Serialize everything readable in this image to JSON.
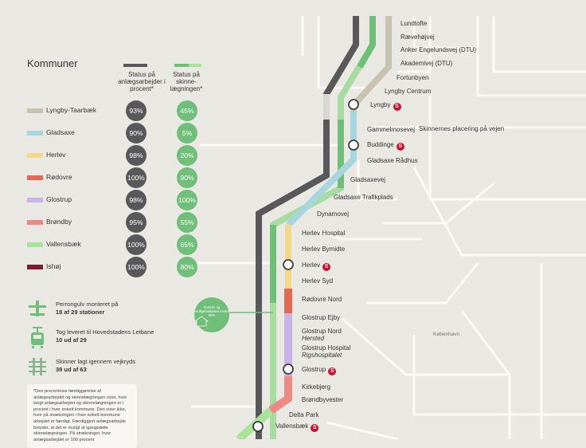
{
  "legend": {
    "title": "Kommuner",
    "col1_header": "Status på anlægsarbejder i procent*",
    "col2_header": "Status på skinne-lægningen*",
    "rows": [
      {
        "name": "Lyngby-Taarbæk",
        "color": "#c9c2b2",
        "anlaeg": "93%",
        "skinne": "45%"
      },
      {
        "name": "Gladsaxe",
        "color": "#a7d6df",
        "anlaeg": "90%",
        "skinne": "5%"
      },
      {
        "name": "Herlev",
        "color": "#f2d98a",
        "anlaeg": "98%",
        "skinne": "20%"
      },
      {
        "name": "Rødovre",
        "color": "#e06a55",
        "anlaeg": "100%",
        "skinne": "90%"
      },
      {
        "name": "Glostrup",
        "color": "#c9b3e6",
        "anlaeg": "98%",
        "skinne": "100%"
      },
      {
        "name": "Brøndby",
        "color": "#ee8a86",
        "anlaeg": "95%",
        "skinne": "55%"
      },
      {
        "name": "Vallensbæk",
        "color": "#a8e39a",
        "anlaeg": "100%",
        "skinne": "65%"
      },
      {
        "name": "Ishøj",
        "color": "#7a1d2e",
        "anlaeg": "100%",
        "skinne": "80%"
      }
    ]
  },
  "stats": [
    {
      "icon": "platform-icon",
      "label": "Perrongulv monteret på",
      "value": "18 af 29 stationer"
    },
    {
      "icon": "tram-icon",
      "label": "Tog leveret til Hovedstadens Letbane",
      "value": "10 ud af 29"
    },
    {
      "icon": "rails-icon",
      "label": "Skinner lagt igennem vejkryds",
      "value": "39 ud af 63"
    }
  ],
  "footnote": "*Den procentvise færdiggørelse af anlægsarbejdet og skinnelægningen viser, hvor langt anlægsarbejdet og skinnelægningen er i procent i hver enkelt kommune. Den viser ikke, hvor på strækningen i hver enkelt kommune arbejdet er færdigt. Færdiggjort anlægsarbejde betyder, at det er muligt at igangsætte skinnelægningen. På strækninger, hvor anlægsarbejdet er 100 procent",
  "callout": "Kontrol- og vedligeholdelses-center 98%",
  "annotation": "Skinnernes placering på vejen",
  "city_label": "København",
  "stations": [
    {
      "name": "Lundtofte",
      "s": false,
      "italic": false
    },
    {
      "name": "Rævehøjvej",
      "s": false,
      "italic": false
    },
    {
      "name": "Anker Engelundsvej (DTU)",
      "s": false,
      "italic": false
    },
    {
      "name": "Akademivej (DTU)",
      "s": false,
      "italic": false
    },
    {
      "name": "Fortunbyen",
      "s": false,
      "italic": false
    },
    {
      "name": "Lyngby Centrum",
      "s": false,
      "italic": false
    },
    {
      "name": "Lyngby",
      "s": true,
      "italic": false
    },
    {
      "name": "Gammelmosevej",
      "s": false,
      "italic": false
    },
    {
      "name": "Buddinge",
      "s": true,
      "italic": false
    },
    {
      "name": "Gladsaxe Rådhus",
      "s": false,
      "italic": false
    },
    {
      "name": "Gladsaxevej",
      "s": false,
      "italic": false
    },
    {
      "name": "Gladsaxe Trafikplads",
      "s": false,
      "italic": false
    },
    {
      "name": "Dynamovej",
      "s": false,
      "italic": false
    },
    {
      "name": "Herlev Hospital",
      "s": false,
      "italic": false
    },
    {
      "name": "Herlev Bymidte",
      "s": false,
      "italic": false
    },
    {
      "name": "Herlev",
      "s": true,
      "italic": false
    },
    {
      "name": "Herlev Syd",
      "s": false,
      "italic": false
    },
    {
      "name": "Rødovre Nord",
      "s": false,
      "italic": false
    },
    {
      "name": "Glostrup Ejby",
      "s": false,
      "italic": false
    },
    {
      "name": "Glostrup Nord",
      "s": false,
      "italic": false
    },
    {
      "name": "Hersted",
      "s": false,
      "italic": true
    },
    {
      "name": "Glostrup Hospital",
      "s": false,
      "italic": false
    },
    {
      "name": "Rigshospitalet",
      "s": false,
      "italic": true
    },
    {
      "name": "Glostrup",
      "s": true,
      "italic": false
    },
    {
      "name": "Kirkebjerg",
      "s": false,
      "italic": false
    },
    {
      "name": "Brøndbyvester",
      "s": false,
      "italic": false
    },
    {
      "name": "Delta Park",
      "s": false,
      "italic": false
    },
    {
      "name": "Vallensbæk",
      "s": true,
      "italic": false
    }
  ],
  "s_badge": "S"
}
